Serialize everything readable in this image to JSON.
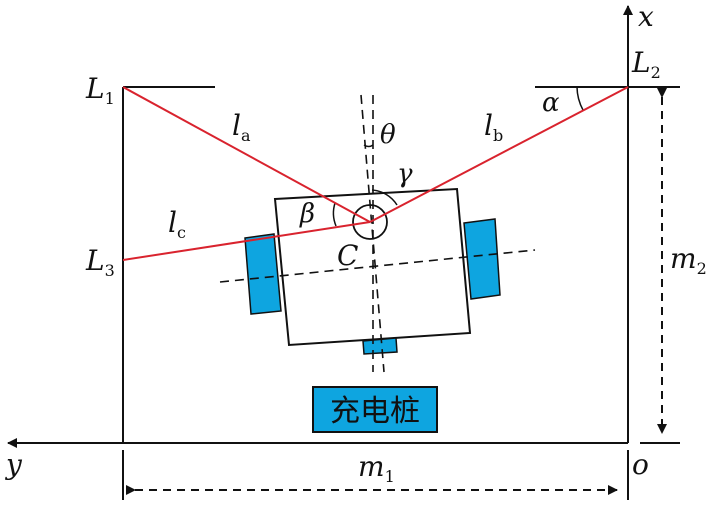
{
  "labels": {
    "x_axis": "x",
    "y_axis": "y",
    "origin": "o",
    "L1": {
      "main": "L",
      "sub": "1"
    },
    "L2": {
      "main": "L",
      "sub": "2"
    },
    "L3": {
      "main": "L",
      "sub": "3"
    },
    "la": {
      "main": "l",
      "sub": "a"
    },
    "lb": {
      "main": "l",
      "sub": "b"
    },
    "lc": {
      "main": "l",
      "sub": "c"
    },
    "m1": {
      "main": "m",
      "sub": "1"
    },
    "m2": {
      "main": "m",
      "sub": "2"
    },
    "theta": "θ",
    "gamma": "γ",
    "beta": "β",
    "alpha": "α",
    "center": "C"
  },
  "charging_station": "充电桩",
  "colors": {
    "beam": "#d9232e",
    "wheel": "#0ea5e0",
    "line": "#111111"
  }
}
